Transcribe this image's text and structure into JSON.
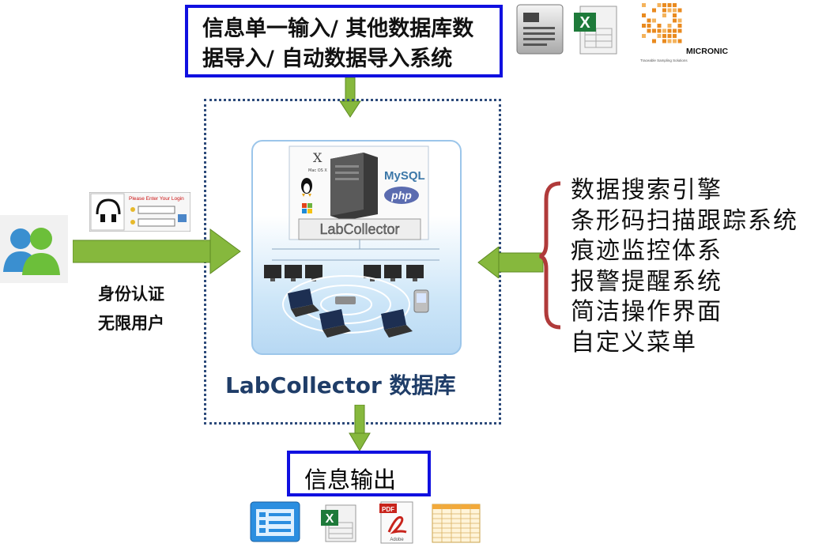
{
  "input_box": {
    "line1": "信息单一输入/ 其他数据库数",
    "line2": "据导入/ 自动数据导入系统"
  },
  "micronic_logo": {
    "text": "MICRONIC",
    "tagline": "Traceable Sampling Solutions"
  },
  "labcollector_panel": {
    "app_name": "LabCollector",
    "macos_label": "Mac OS X",
    "mysql_label": "MySQL",
    "php_label": "php"
  },
  "database_label": "LabCollector 数据库",
  "login_panel": {
    "title": "Please Enter Your Login"
  },
  "auth_labels": [
    "身份认证",
    "无限用户"
  ],
  "features": [
    "数据搜索引擎",
    "条形码扫描跟踪系统",
    "痕迹监控体系",
    "报警提醒系统",
    "简洁操作界面",
    "自定义菜单"
  ],
  "output_box": {
    "label": "信息输出"
  },
  "output_icons": [
    "list-document-icon",
    "excel-icon",
    "pdf-icon",
    "spreadsheet-icon"
  ],
  "pdf_icon": {
    "label": "PDF",
    "brand": "Adobe"
  },
  "excel_icon": {
    "letter": "X"
  },
  "colors": {
    "arrow_green": "#86b83d",
    "box_border": "#1010e0",
    "bracket": "#b03a3a",
    "db_text": "#1f3d68"
  }
}
